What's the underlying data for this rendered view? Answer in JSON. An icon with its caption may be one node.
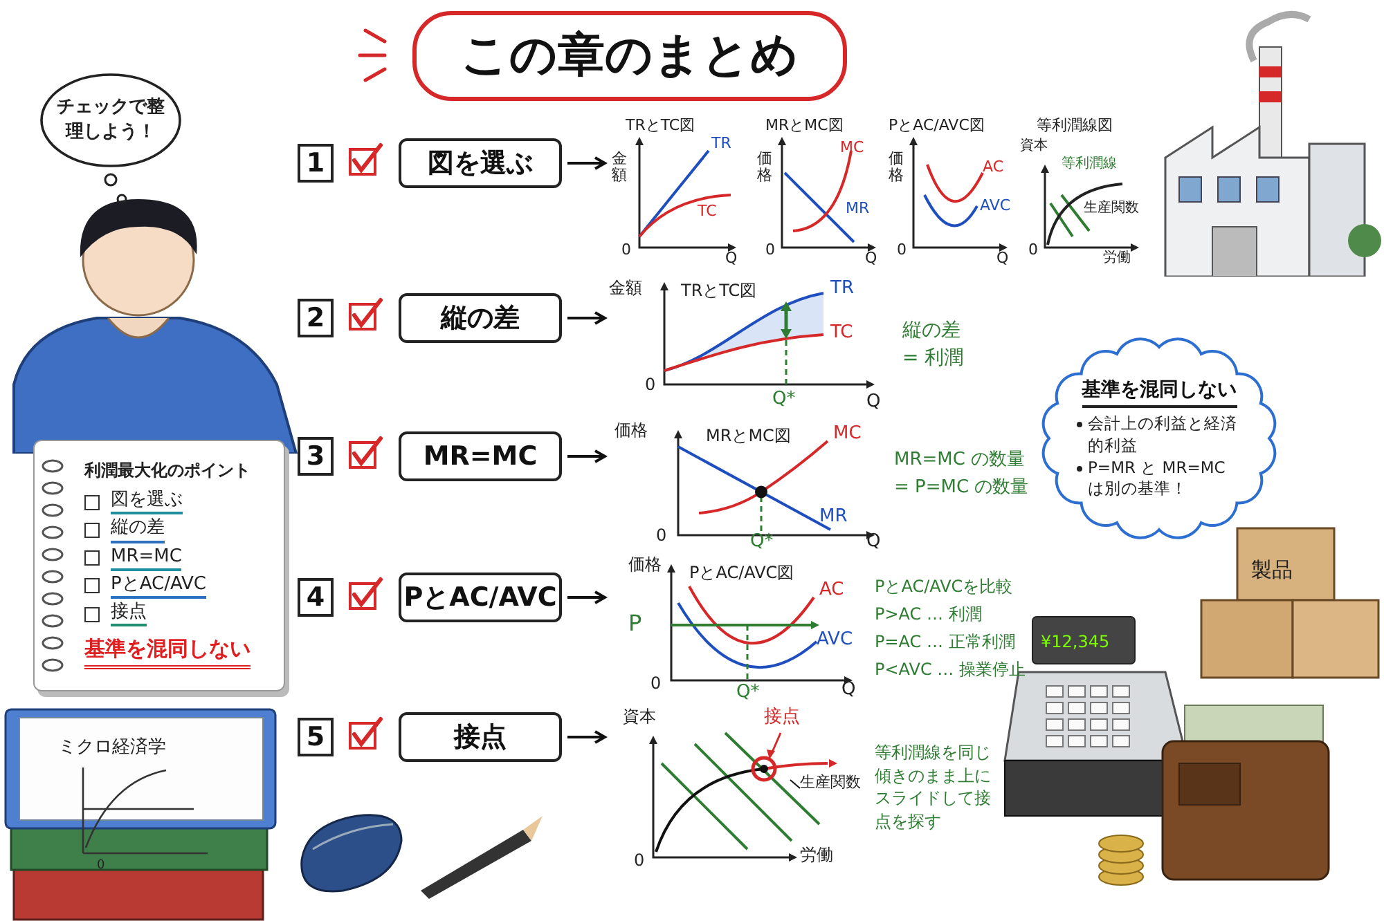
{
  "diagram": {
    "title": "この章のまとめ",
    "nodes": [
      {
        "text": [
          "チェックで整理しよう！"
        ]
      },
      {
        "text": [
          "1"
        ]
      },
      {
        "text": [
          "図を選ぶ"
        ]
      },
      {
        "text": [
          "TRとTC図",
          "金額",
          "TR",
          "TC",
          "0",
          "Q"
        ]
      },
      {
        "text": [
          "MRとMC図",
          "価格",
          "MC",
          "MR",
          "0",
          "Q"
        ]
      },
      {
        "text": [
          "PとAC/AVC図",
          "価格",
          "AC",
          "AVC",
          "0",
          "Q"
        ]
      },
      {
        "text": [
          "等利潤線図",
          "資本",
          "等利潤線",
          "生産関数",
          "0",
          "労働"
        ]
      },
      {
        "text": [
          "2"
        ]
      },
      {
        "text": [
          "縦の差"
        ]
      },
      {
        "text": [
          "金額",
          "TRとTC図",
          "TR",
          "TC",
          "0",
          "Q*",
          "Q"
        ]
      },
      {
        "text": [
          "3"
        ]
      },
      {
        "text": [
          "MR=MC"
        ]
      },
      {
        "text": [
          "価格",
          "MRとMC図",
          "MC",
          "MR",
          "0",
          "Q*",
          "Q"
        ]
      },
      {
        "text": [
          "4"
        ]
      },
      {
        "text": [
          "PとAC/AVC"
        ]
      },
      {
        "text": [
          "価格",
          "PとAC/AVC図",
          "AC",
          "P",
          "AVC",
          "0",
          "Q*",
          "Q"
        ]
      },
      {
        "text": [
          "5"
        ]
      },
      {
        "text": [
          "接点"
        ]
      },
      {
        "text": [
          "資本",
          "接点",
          "生産関数",
          "0",
          "労働"
        ]
      },
      {
        "text": [
          "基準を混同しない",
          "会計上の利益と経済的利益",
          "P=MR と MR=MC は別の基準！"
        ]
      },
      {
        "text": [
          "利潤最大化のポイント",
          "図を選ぶ",
          "縦の差",
          "MR=MC",
          "PとAC/AVC",
          "接点",
          "基準を混同しない"
        ]
      }
    ],
    "edges": [
      {
        "from": 2,
        "to": 3,
        "arrow": "to"
      },
      {
        "from": 8,
        "to": 9,
        "arrow": "to"
      },
      {
        "from": 11,
        "to": 12,
        "arrow": "to"
      },
      {
        "from": 14,
        "to": 15,
        "arrow": "to"
      },
      {
        "from": 17,
        "to": 18,
        "arrow": "to"
      }
    ],
    "labels": [
      "縦の差",
      "= 利潤",
      "MR=MC の数量",
      "= P=MC の数量",
      "PとAC/AVCを比較",
      "P>AC … 利潤",
      "P=AC … 正常利潤",
      "P<AVC … 操業停止",
      "等利潤線を同じ傾きのまま上にスライドして接点を探す",
      "ミクロ経済学",
      "0",
      "製品",
      "¥12,345"
    ]
  }
}
